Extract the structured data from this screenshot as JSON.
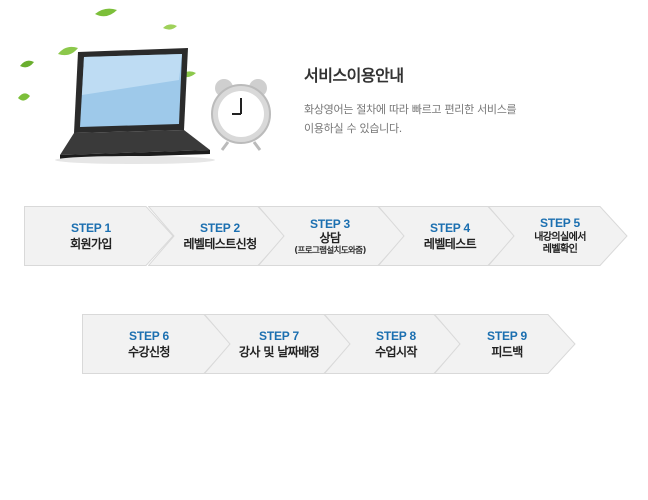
{
  "header": {
    "title": "서비스이용안내",
    "description_line1": "화상영어는 절차에 따라 빠르고 편리한 서비스를",
    "description_line2": "이용하실 수 있습니다."
  },
  "steps_row1": [
    {
      "step": "STEP 1",
      "label": "회원가입"
    },
    {
      "step": "STEP 2",
      "label": "레벨테스트신청"
    },
    {
      "step": "STEP 3",
      "label": "상담",
      "sub": "(프로그램설치도와줌)"
    },
    {
      "step": "STEP 4",
      "label": "레벨테스트"
    },
    {
      "step": "STEP 5",
      "label": "내강의실에서",
      "label2": "레벨확인"
    }
  ],
  "steps_row2": [
    {
      "step": "STEP 6",
      "label": "수강신청"
    },
    {
      "step": "STEP 7",
      "label": "강사 및 날짜배정"
    },
    {
      "step": "STEP 8",
      "label": "수업시작"
    },
    {
      "step": "STEP 9",
      "label": "피드백"
    }
  ],
  "colors": {
    "step_number": "#1b6fb0",
    "step_fill": "#f2f2f2",
    "step_border": "#d9d9d9"
  },
  "icons": [
    "laptop-icon",
    "alarm-clock-icon",
    "leaf-icon"
  ]
}
